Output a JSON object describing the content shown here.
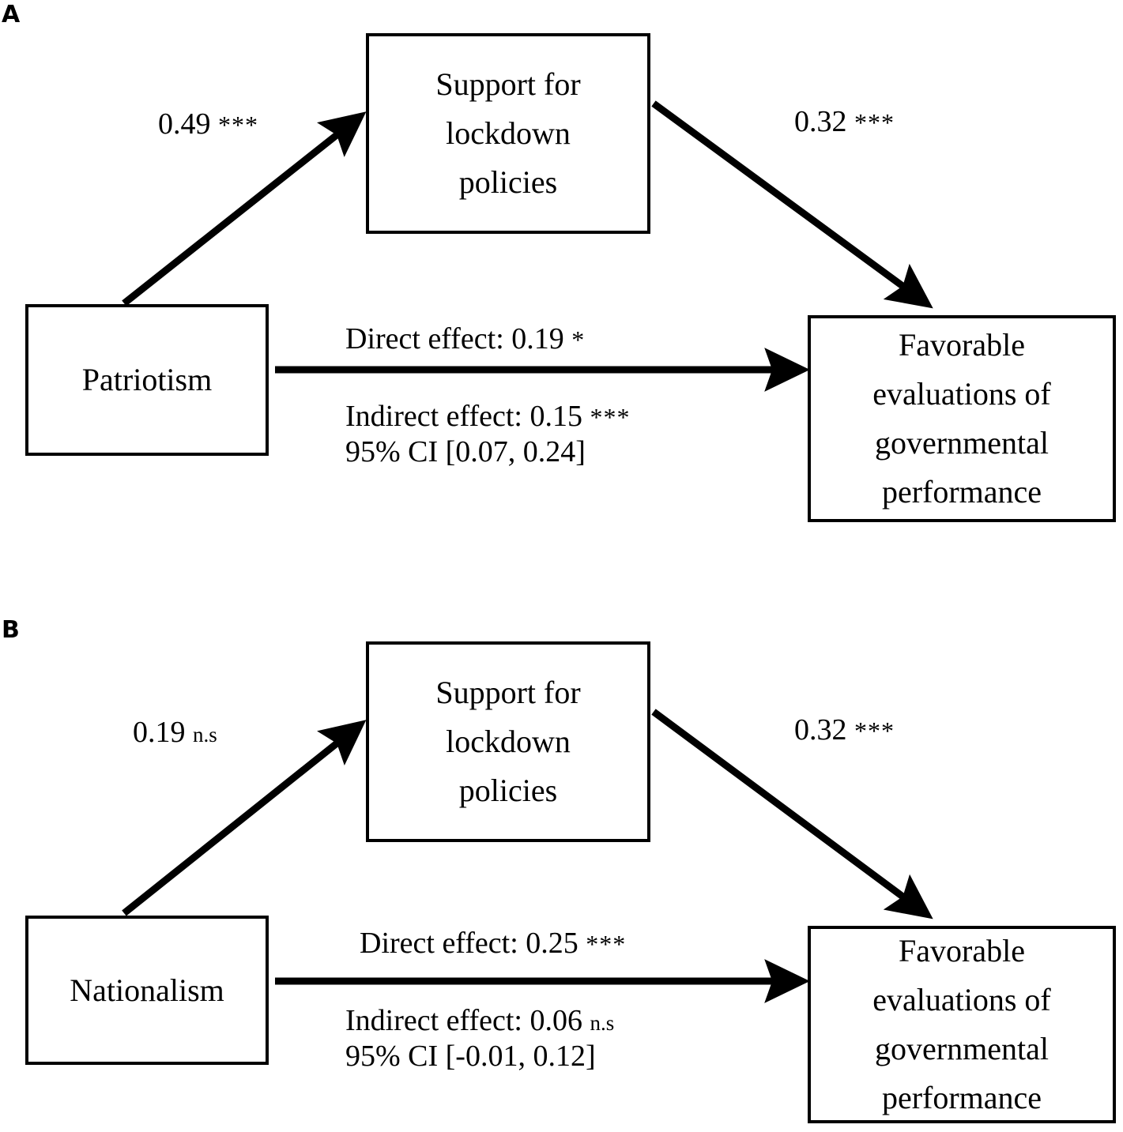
{
  "figure": {
    "type": "mediation-path-diagram",
    "background": "#ffffff",
    "stroke_color": "#000000"
  },
  "panels": [
    {
      "label": "A",
      "predictor": "Patriotism",
      "mediator": "Support for\nlockdown\npolicies",
      "outcome": "Favorable\nevaluations of\ngovernmental\nperformance",
      "path_a": {
        "coefficient": "0.49",
        "significance": "***"
      },
      "path_b": {
        "coefficient": "0.32",
        "significance": "***"
      },
      "direct": {
        "text": "Direct effect: 0.19",
        "significance": "*"
      },
      "indirect": {
        "text": "Indirect effect: 0.15",
        "significance": "***"
      },
      "ci": "95% CI [0.07, 0.24]"
    },
    {
      "label": "B",
      "predictor": "Nationalism",
      "mediator": "Support for\nlockdown\npolicies",
      "outcome": "Favorable\nevaluations of\ngovernmental\nperformance",
      "path_a": {
        "coefficient": "0.19",
        "significance": "n.s"
      },
      "path_b": {
        "coefficient": "0.32",
        "significance": "***"
      },
      "direct": {
        "text": "Direct effect: 0.25",
        "significance": "***"
      },
      "indirect": {
        "text": "Indirect effect: 0.06",
        "significance": "n.s"
      },
      "ci": "95% CI [-0.01, 0.12]"
    }
  ]
}
